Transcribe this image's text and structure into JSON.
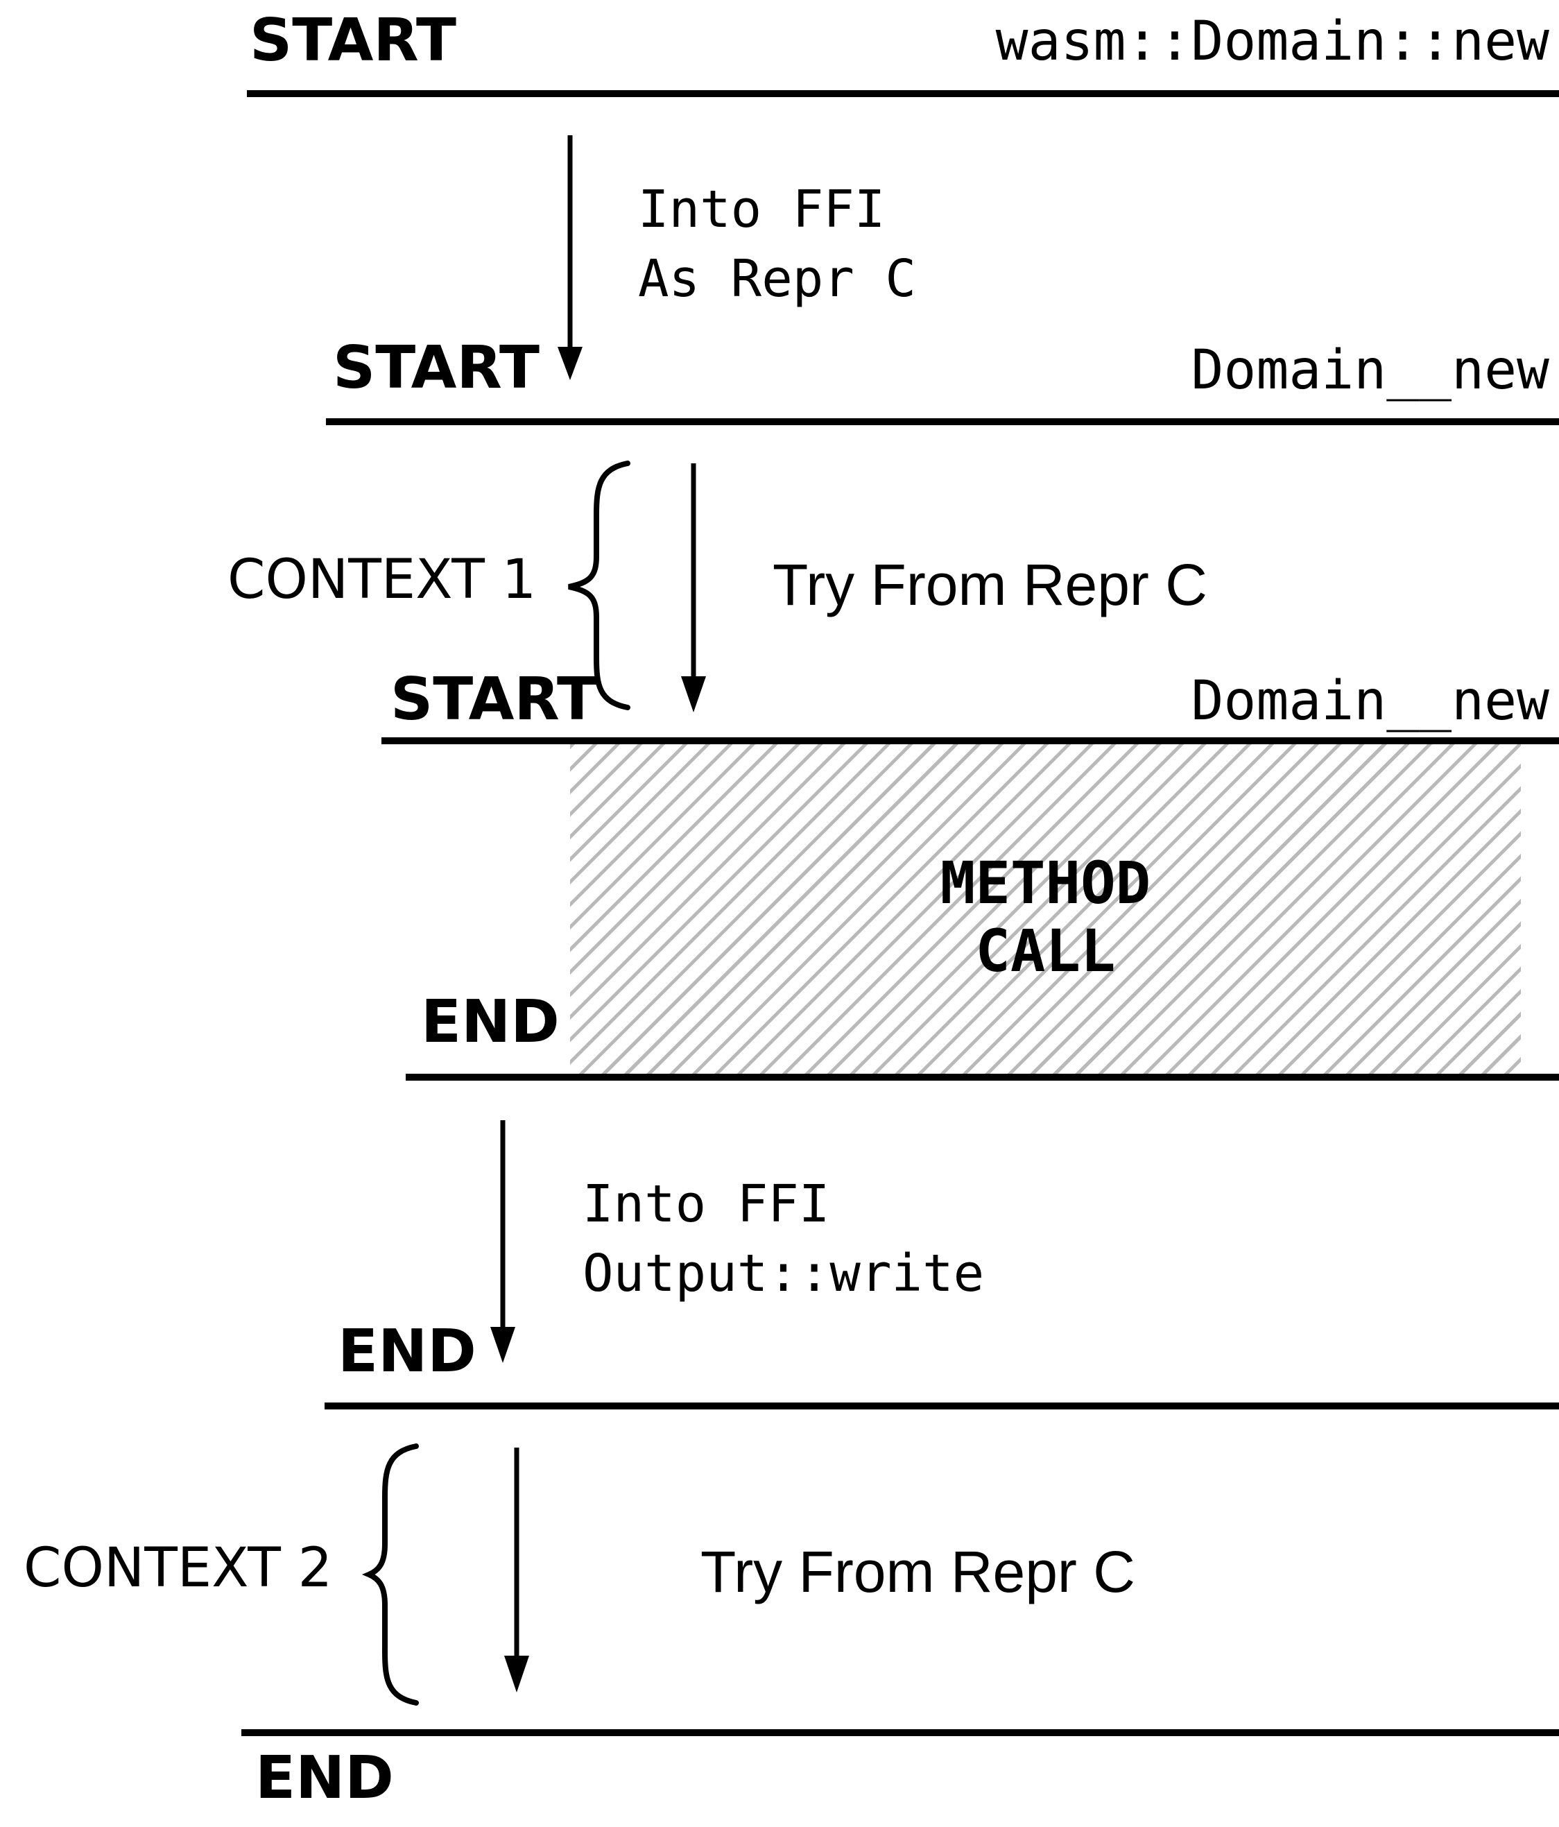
{
  "diagram": {
    "type": "ffi-call-flow",
    "colors": {
      "ink": "#000000",
      "hatch": "#b9b9b9"
    },
    "levels": [
      {
        "id": "outer-rust",
        "start": "START",
        "end": "END",
        "name": "wasm::Domain::new"
      },
      {
        "id": "ffi-outer",
        "start": "START",
        "end": "END",
        "name": "Domain__new"
      },
      {
        "id": "ffi-inner",
        "start": "START",
        "end": "END",
        "name": "Domain__new"
      }
    ],
    "transitions": [
      {
        "id": "into-ffi-as-repr-c",
        "lines": [
          "Into FFI",
          "As Repr C"
        ]
      },
      {
        "id": "try-from-repr-c-1",
        "lines": [
          "Try From Repr C"
        ]
      },
      {
        "id": "into-ffi-output-write",
        "lines": [
          "Into FFI",
          "Output::write"
        ]
      },
      {
        "id": "try-from-repr-c-2",
        "lines": [
          "Try From Repr C"
        ]
      }
    ],
    "contexts": [
      {
        "label": "CONTEXT 1"
      },
      {
        "label": "CONTEXT 2"
      }
    ],
    "method_call": {
      "lines": [
        "METHOD",
        "CALL"
      ]
    }
  }
}
